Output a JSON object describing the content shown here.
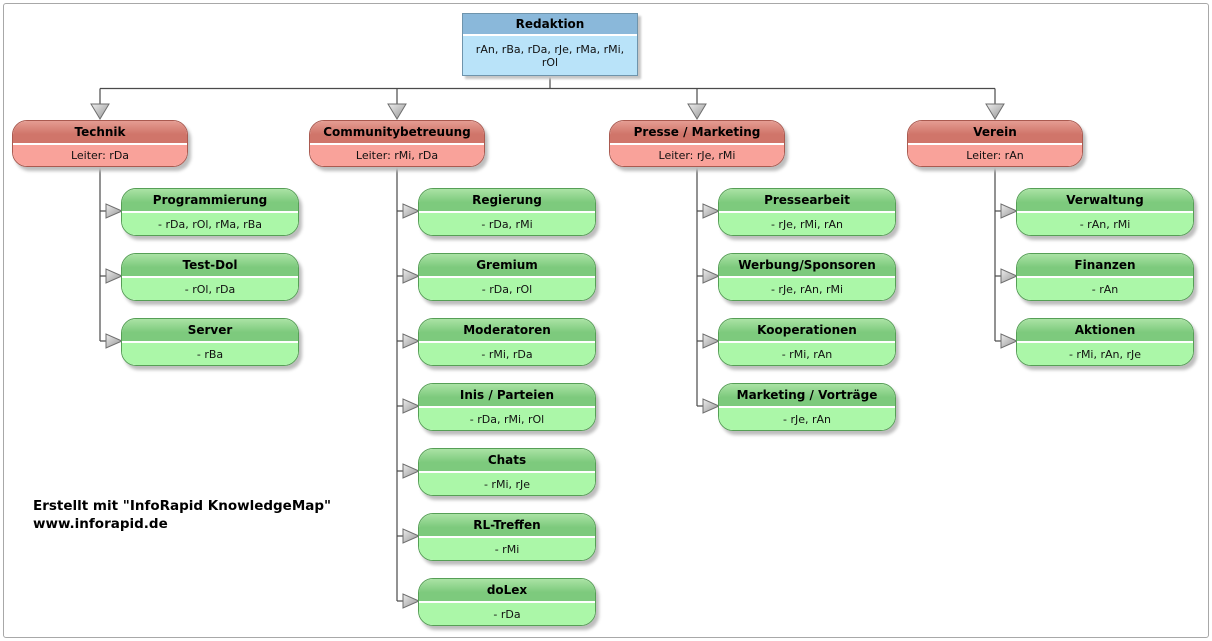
{
  "credit": {
    "line1": "Erstellt mit \"InfoRapid KnowledgeMap\"",
    "line2": "www.inforapid.de"
  },
  "root": {
    "title": "Redaktion",
    "members": "rAn, rBa, rDa, rJe, rMa, rMi, rOl"
  },
  "branches": [
    {
      "title": "Technik",
      "leader": "Leiter: rDa",
      "children": [
        {
          "title": "Programmierung",
          "members": "- rDa, rOl, rMa, rBa"
        },
        {
          "title": "Test-Dol",
          "members": "- rOl, rDa"
        },
        {
          "title": "Server",
          "members": "- rBa"
        }
      ]
    },
    {
      "title": "Communitybetreuung",
      "leader": "Leiter: rMi, rDa",
      "children": [
        {
          "title": "Regierung",
          "members": "- rDa, rMi"
        },
        {
          "title": "Gremium",
          "members": "- rDa, rOl"
        },
        {
          "title": "Moderatoren",
          "members": "- rMi, rDa"
        },
        {
          "title": "Inis / Parteien",
          "members": "- rDa, rMi, rOl"
        },
        {
          "title": "Chats",
          "members": "- rMi, rJe"
        },
        {
          "title": "RL-Treffen",
          "members": "- rMi"
        },
        {
          "title": "doLex",
          "members": "- rDa"
        }
      ]
    },
    {
      "title": "Presse / Marketing",
      "leader": "Leiter: rJe, rMi",
      "children": [
        {
          "title": "Pressearbeit",
          "members": "- rJe, rMi, rAn"
        },
        {
          "title": "Werbung/Sponsoren",
          "members": "- rJe, rAn, rMi"
        },
        {
          "title": "Kooperationen",
          "members": "- rMi, rAn"
        },
        {
          "title": "Marketing / Vorträge",
          "members": "- rJe, rAn"
        }
      ]
    },
    {
      "title": "Verein",
      "leader": "Leiter: rAn",
      "children": [
        {
          "title": "Verwaltung",
          "members": "- rAn, rMi"
        },
        {
          "title": "Finanzen",
          "members": "- rAn"
        },
        {
          "title": "Aktionen",
          "members": "- rMi, rAn, rJe"
        }
      ]
    }
  ],
  "colors": {
    "root_header": "#8ab8da",
    "root_body": "#b9e3f9",
    "root_border": "#6e94ac",
    "branch_header": "#d0756a",
    "branch_header_light": "#e59c92",
    "branch_body": "#f9a29a",
    "branch_border": "#aa5a50",
    "child_header": "#7dca7d",
    "child_header_light": "#aae3a4",
    "child_body": "#abf7a8",
    "child_border": "#569f56",
    "line": "#4a4a4a",
    "arrow_fill_light": "#ededed",
    "arrow_fill_dark": "#939393",
    "arrow_stroke": "#6e6e6e",
    "frame_border": "#a8a8a8",
    "background": "#ffffff"
  }
}
